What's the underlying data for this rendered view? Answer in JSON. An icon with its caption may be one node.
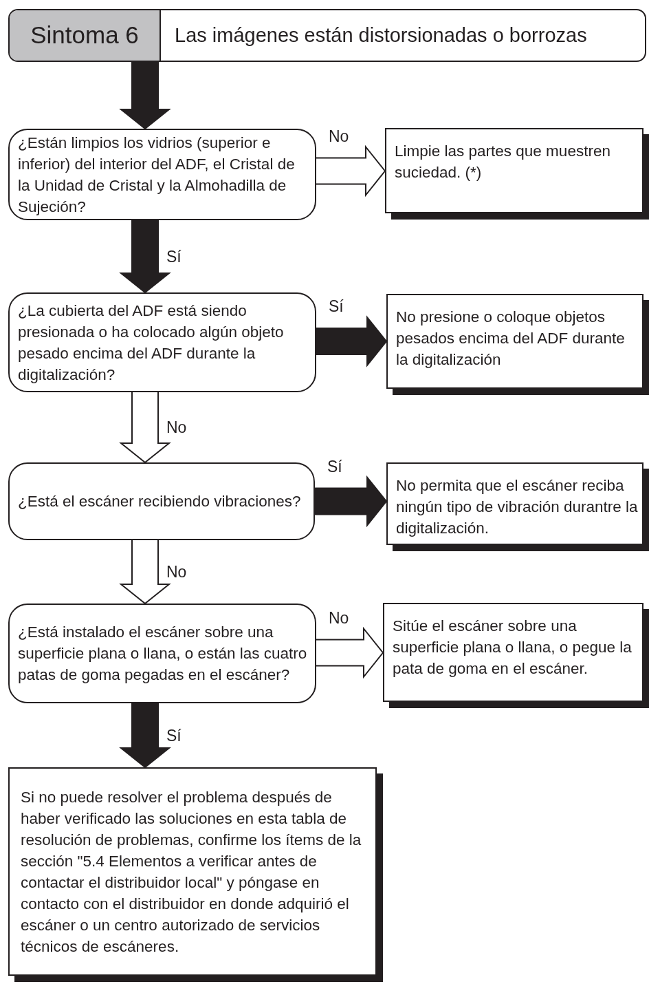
{
  "diagram": {
    "nodes": [
      {
        "text": [
          "Sintoma 6",
          "Las imágenes están distorsionadas o borrozas"
        ]
      },
      {
        "text": [
          "¿Están limpios los vidrios (superior e inferior) del interior del ADF, el Cristal de la Unidad de Cristal y la Almohadilla de Sujeción?"
        ]
      },
      {
        "text": [
          "Limpie las partes que muestren suciedad. (*)"
        ]
      },
      {
        "text": [
          "¿La cubierta del ADF está siendo presionada o ha colocado algún objeto pesado encima del ADF durante la digitalización?"
        ]
      },
      {
        "text": [
          "No presione o coloque objetos pesados encima del ADF durante la digitalización"
        ]
      },
      {
        "text": [
          "¿Está el escáner recibiendo vibraciones?"
        ]
      },
      {
        "text": [
          "No permita que el escáner reciba ningún tipo de vibración durantre la digitalización."
        ]
      },
      {
        "text": [
          "¿Está instalado el escáner sobre una superficie plana o llana, o están las cuatro patas de goma pegadas en el escáner?"
        ]
      },
      {
        "text": [
          "Sitúe el escáner sobre una superficie plana o llana, o pegue la pata de goma en el escáner."
        ]
      },
      {
        "text": [
          "Si no puede resolver el problema después de haber verificado las soluciones en esta tabla de resolución de problemas, confirme los ítems de la sección \"5.4 Elementos a verificar antes de contactar el distribuidor local\" y póngase en contacto con el distribuidor en donde adquirió el escáner o un centro autorizado de servicios técnicos de escáneres."
        ]
      }
    ],
    "edges": [
      {
        "from": 0,
        "to": 1,
        "arrow": "to",
        "style": "thick"
      },
      {
        "from": 1,
        "to": 2,
        "arrow": "to",
        "label": "No"
      },
      {
        "from": 1,
        "to": 3,
        "arrow": "to",
        "label": "Sí",
        "style": "thick"
      },
      {
        "from": 3,
        "to": 4,
        "arrow": "to",
        "label": "Sí",
        "style": "thick"
      },
      {
        "from": 3,
        "to": 5,
        "arrow": "to",
        "label": "No"
      },
      {
        "from": 5,
        "to": 6,
        "arrow": "to",
        "label": "Sí",
        "style": "thick"
      },
      {
        "from": 5,
        "to": 7,
        "arrow": "to",
        "label": "No"
      },
      {
        "from": 7,
        "to": 8,
        "arrow": "to",
        "label": "No"
      },
      {
        "from": 7,
        "to": 9,
        "arrow": "to",
        "label": "Sí",
        "style": "thick"
      }
    ]
  }
}
